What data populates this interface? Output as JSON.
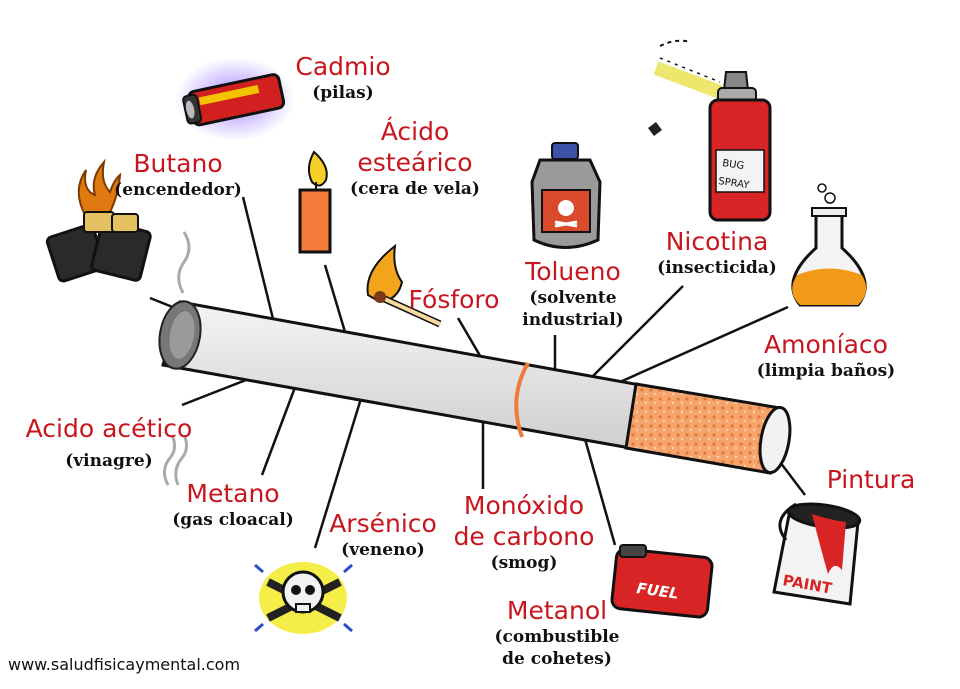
{
  "labels": {
    "cadmio": {
      "name": "Cadmio",
      "sub": "(pilas)"
    },
    "acido_estearico": {
      "name_line1": "Ácido",
      "name_line2": "esteárico",
      "sub": "(cera de vela)"
    },
    "butano": {
      "name": "Butano",
      "sub": "(encendedor)"
    },
    "nicotina": {
      "name": "Nicotina",
      "sub": "(insecticida)"
    },
    "tolueno": {
      "name": "Tolueno",
      "sub_line1": "(solvente",
      "sub_line2": "industrial)"
    },
    "fosforo": {
      "name": "Fósforo"
    },
    "amoniaco": {
      "name": "Amoníaco",
      "sub": "(limpia baños)"
    },
    "acido_acetico": {
      "name": "Acido acético",
      "sub": "(vinagre)"
    },
    "metano": {
      "name": "Metano",
      "sub": "(gas cloacal)"
    },
    "arsenico": {
      "name": "Arsénico",
      "sub": "(veneno)"
    },
    "monoxido": {
      "name_line1": "Monóxido",
      "name_line2": "de carbono",
      "sub": "(smog)"
    },
    "pintura": {
      "name": "Pintura"
    },
    "metanol": {
      "name": "Metanol",
      "sub_line1": "(combustible",
      "sub_line2": "de cohetes)"
    }
  },
  "icon_text": {
    "spray_can": {
      "line1": "BUG",
      "line2": "SPRAY"
    },
    "fuel_can": "FUEL",
    "paint_can": "PAINT"
  },
  "footer_url": "www.saludfisicaymental.com",
  "colors": {
    "label_red": "#c8161e",
    "filter_orange": "#f4a46a",
    "paper": "#e9e9e9"
  }
}
